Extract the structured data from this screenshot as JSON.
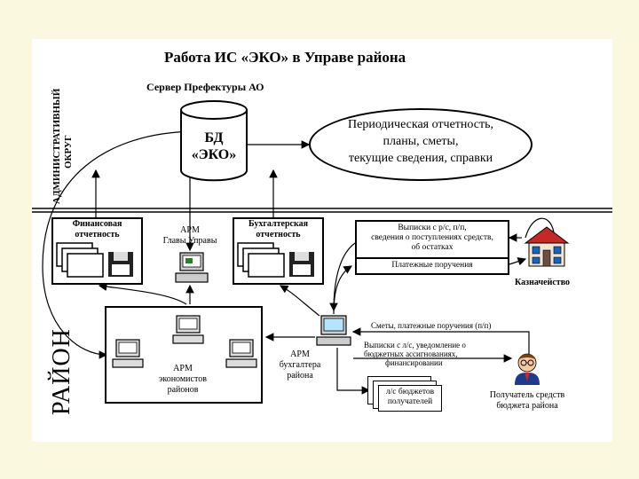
{
  "title": "Работа ИС «ЭКО» в Управе района",
  "server_label": "Сервер Префектуры АО",
  "db_label_1": "БД",
  "db_label_2": "«ЭКО»",
  "reporting_1": "Периодическая отчетность,",
  "reporting_2": "планы, сметы,",
  "reporting_3": "текущие сведения, справки",
  "district_okrug_1": "АДМИНИСТРАТИВНЫЙ",
  "district_okrug_2": "ОКРУГ",
  "district_rayon": "РАЙОН",
  "fin_report_1": "Финансовая",
  "fin_report_2": "отчетность",
  "arm_head_1": "АРМ",
  "arm_head_2": "Главы Управы",
  "buh_report_1": "Бухгалтерская",
  "buh_report_2": "отчетность",
  "treasury_box_1": "Выписки с р/с, п/п,",
  "treasury_box_2": "сведения о поступлениях средств,",
  "treasury_box_3": "об остатках",
  "treasury_box_4": "Платежные поручения",
  "treasury": "Казначейство",
  "arm_econ_1": "АРМ",
  "arm_econ_2": "экономистов",
  "arm_econ_3": "районов",
  "arm_buh_1": "АРМ",
  "arm_buh_2": "бухгалтера",
  "arm_buh_3": "района",
  "flow_1": "Сметы, платежные поручения (п/п)",
  "flow_2a": "Выписки с л/с, уведомление о",
  "flow_2b": "бюджетных ассигнованиях,",
  "flow_2c": "финансировании",
  "accounts_1": "л/с бюджетов",
  "accounts_2": "получателей",
  "recipient_1": "Получатель средств",
  "recipient_2": "бюджета района"
}
